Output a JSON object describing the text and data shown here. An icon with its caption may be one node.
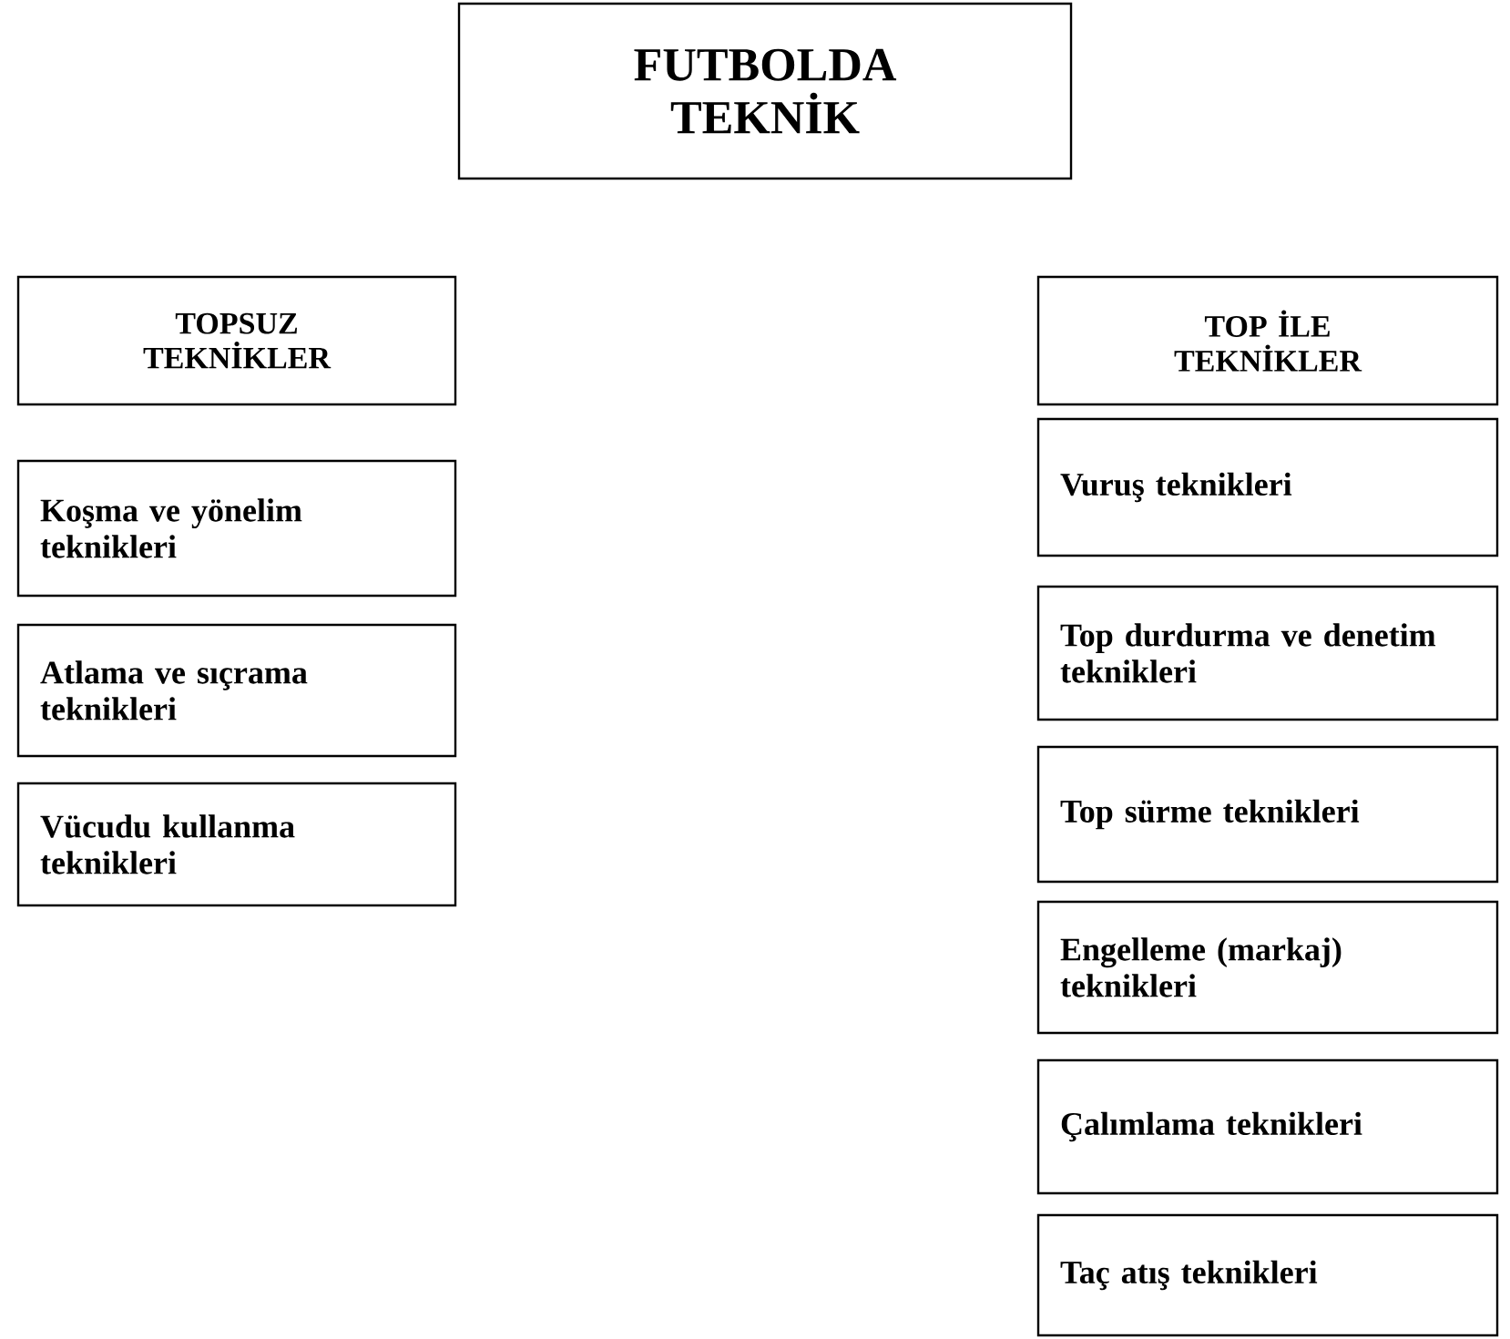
{
  "diagram": {
    "nodes": [
      {
        "text": [
          "FUTBOLDA TEKNİK"
        ]
      },
      {
        "text": [
          "TOPSUZ TEKNİKLER"
        ]
      },
      {
        "text": [
          "Koşma ve yönelim teknikleri"
        ]
      },
      {
        "text": [
          "Atlama ve sıçrama teknikleri"
        ]
      },
      {
        "text": [
          "Vücudu kullanma teknikleri"
        ]
      },
      {
        "text": [
          "TOP İLE TEKNİKLER"
        ]
      },
      {
        "text": [
          "Vuruş teknikleri"
        ]
      },
      {
        "text": [
          "Top durdurma ve denetim teknikleri"
        ]
      },
      {
        "text": [
          "Top sürme teknikleri"
        ]
      },
      {
        "text": [
          "Engelleme (markaj) teknikleri"
        ]
      },
      {
        "text": [
          "Çalımlama teknikleri"
        ]
      },
      {
        "text": [
          "Taç atış teknikleri"
        ]
      }
    ]
  }
}
